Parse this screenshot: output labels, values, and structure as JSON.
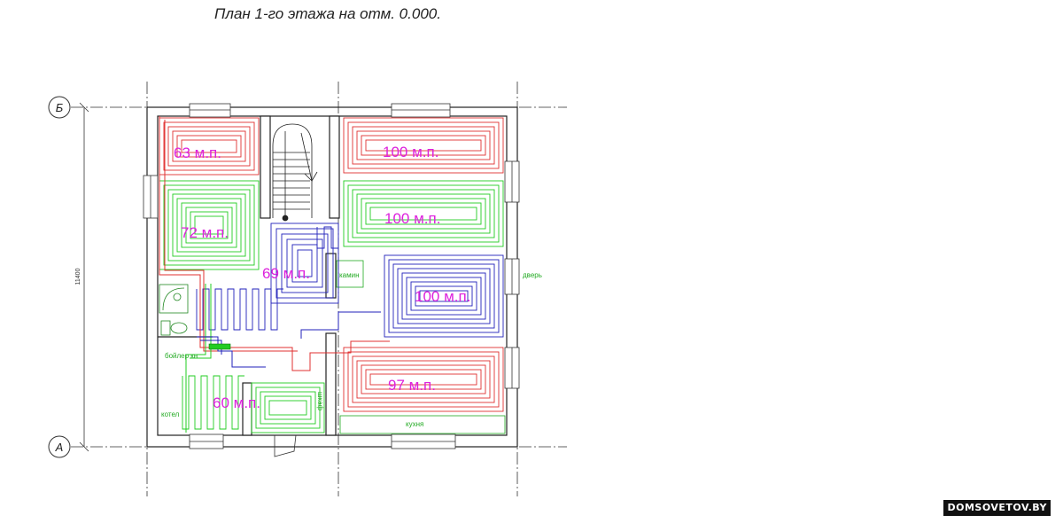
{
  "title": "План 1-го этажа на отм. 0.000.",
  "axes": {
    "top": "Б",
    "bottom": "А",
    "dimension": "11400"
  },
  "loops": [
    {
      "id": "nw",
      "label": "63 м.п.",
      "color": "#e03030"
    },
    {
      "id": "w",
      "label": "72 м.п.",
      "color": "#22cc22"
    },
    {
      "id": "hall",
      "label": "69 м.п.",
      "color": "#2222bb"
    },
    {
      "id": "ne",
      "label": "100 м.п.",
      "color": "#e03030"
    },
    {
      "id": "e",
      "label": "100 м.п.",
      "color": "#22cc22"
    },
    {
      "id": "c",
      "label": "100 м.п.",
      "color": "#2222bb"
    },
    {
      "id": "se",
      "label": "97 м.п.",
      "color": "#e03030"
    },
    {
      "id": "sw",
      "label": "60 м.п.",
      "color": "#22cc22"
    }
  ],
  "annotations": {
    "fireplace": "камин",
    "door": "дверь",
    "boiler": "бойлер кн",
    "kotel": "котел",
    "shkaf": "шкаф",
    "kitchen": "кухня"
  },
  "label_color": "#dd22dd",
  "watermark": "DOMSOVETOV.BY"
}
